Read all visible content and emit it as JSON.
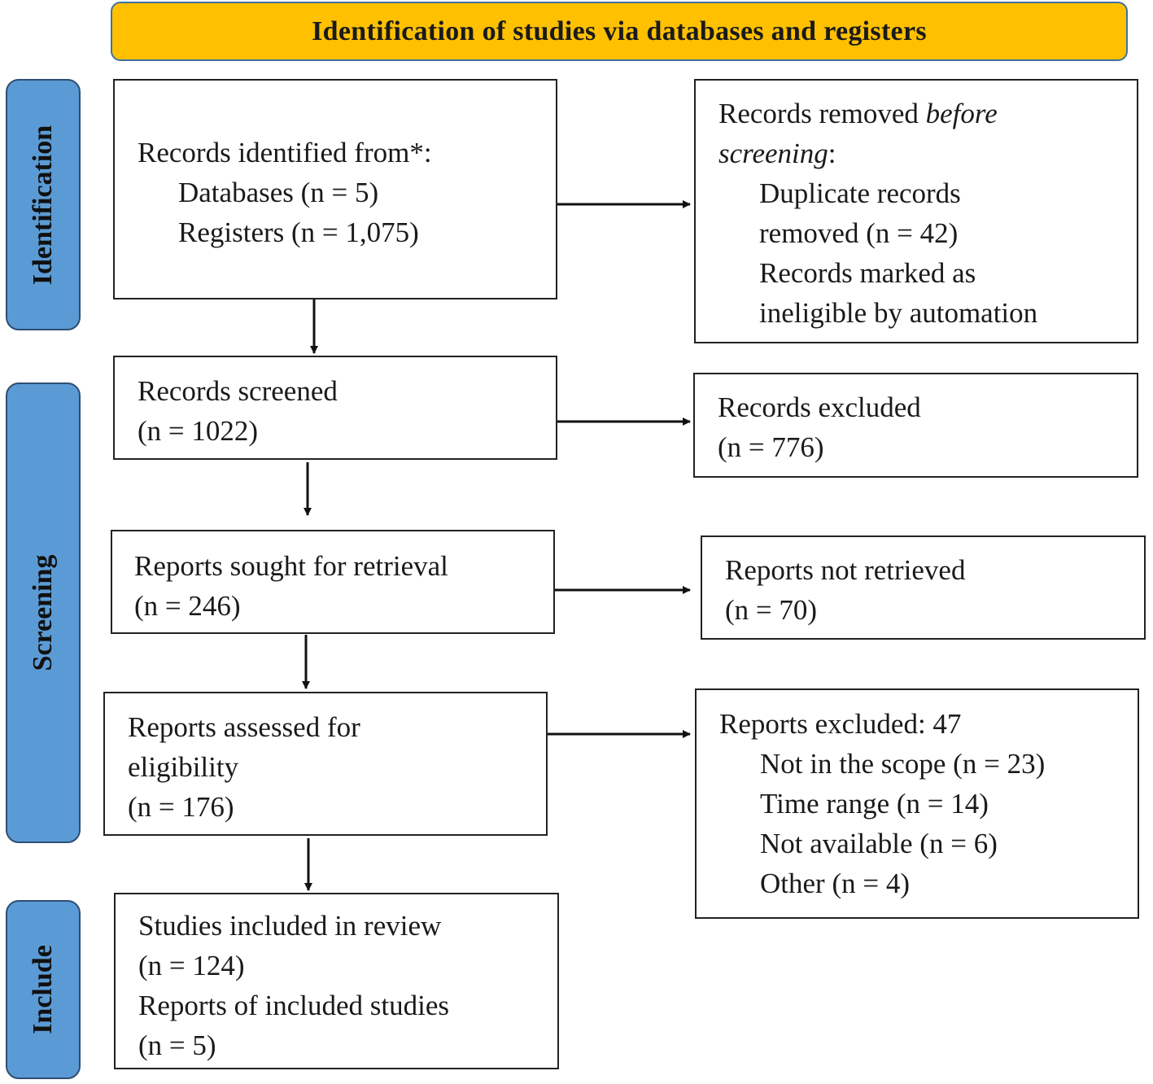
{
  "header": {
    "title": "Identification of studies via databases and registers"
  },
  "phases": {
    "identification": "Identification",
    "screening": "Screening",
    "include": "Include"
  },
  "boxes": {
    "records_identified": {
      "line1": "Records identified from*:",
      "line2": "Databases (n = 5)",
      "line3": "Registers (n = 1,075)"
    },
    "records_removed": {
      "line1_a": "Records removed ",
      "line1_b": "before",
      "line2_a": "screening",
      "line2_b": ":",
      "line3": "Duplicate records",
      "line4": "removed (n = 42)",
      "line5": "Records marked as",
      "line6": "ineligible by automation"
    },
    "records_screened": {
      "line1": "Records screened",
      "line2": "(n = 1022)"
    },
    "records_excluded": {
      "line1": "Records excluded",
      "line2": "(n = 776)"
    },
    "reports_sought": {
      "line1": "Reports sought for retrieval",
      "line2": "(n = 246)"
    },
    "reports_not_retrieved": {
      "line1": "Reports not retrieved",
      "line2": "(n = 70)"
    },
    "reports_assessed": {
      "line1": "Reports assessed for",
      "line2": "eligibility",
      "line3": "(n = 176)"
    },
    "reports_excluded": {
      "line1": "Reports excluded: 47",
      "line2": "Not in the scope (n = 23)",
      "line3": "Time range (n = 14)",
      "line4": "Not available (n = 6)",
      "line5": "Other (n = 4)"
    },
    "studies_included": {
      "line1": "Studies included in review",
      "line2": "(n = 124)",
      "line3": "Reports of included studies",
      "line4": "(n = 5)"
    }
  },
  "colors": {
    "header_fill": "#ffc000",
    "header_border": "#41719c",
    "phase_fill": "#5b9bd5",
    "phase_border": "#2e4e73"
  }
}
